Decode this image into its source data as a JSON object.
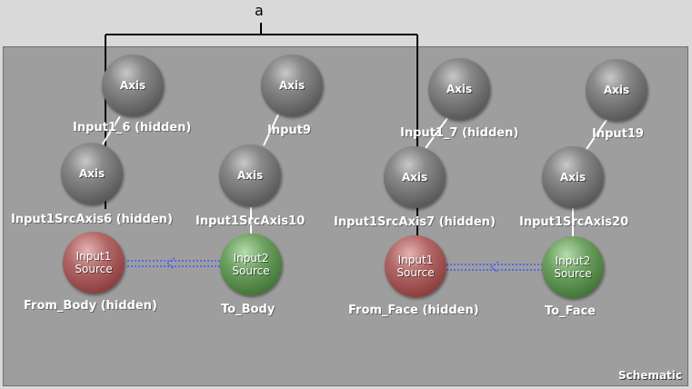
{
  "annotation": {
    "letter": "a"
  },
  "panel": {
    "title": "Schematic"
  },
  "nodes": {
    "axis_top_1": {
      "text": "Axis",
      "label": "Input1_6 (hidden)"
    },
    "axis_top_2": {
      "text": "Axis",
      "label": "Input9"
    },
    "axis_top_3": {
      "text": "Axis",
      "label": "Input1_7 (hidden)"
    },
    "axis_top_4": {
      "text": "Axis",
      "label": "Input19"
    },
    "axis_mid_1": {
      "text": "Axis",
      "label": "Input1SrcAxis6 (hidden)"
    },
    "axis_mid_2": {
      "text": "Axis",
      "label": "Input1SrcAxis10"
    },
    "axis_mid_3": {
      "text": "Axis",
      "label": "Input1SrcAxis7 (hidden)"
    },
    "axis_mid_4": {
      "text": "Axis",
      "label": "Input1SrcAxis20"
    },
    "src_1": {
      "line1": "Input1",
      "line2": "Source",
      "label": "From_Body (hidden)"
    },
    "src_2": {
      "line1": "Input2",
      "line2": "Source",
      "label": "To_Body"
    },
    "src_3": {
      "line1": "Input1",
      "line2": "Source",
      "label": "From_Face (hidden)"
    },
    "src_4": {
      "line1": "Input2",
      "line2": "Source",
      "label": "To_Face"
    }
  },
  "colors": {
    "panel": "#9e9e9e",
    "axis_node": "#6a6a6a",
    "source_red": "#9a4a4a",
    "source_green": "#4a8a3e",
    "link_dotted": "#3a5aff"
  }
}
